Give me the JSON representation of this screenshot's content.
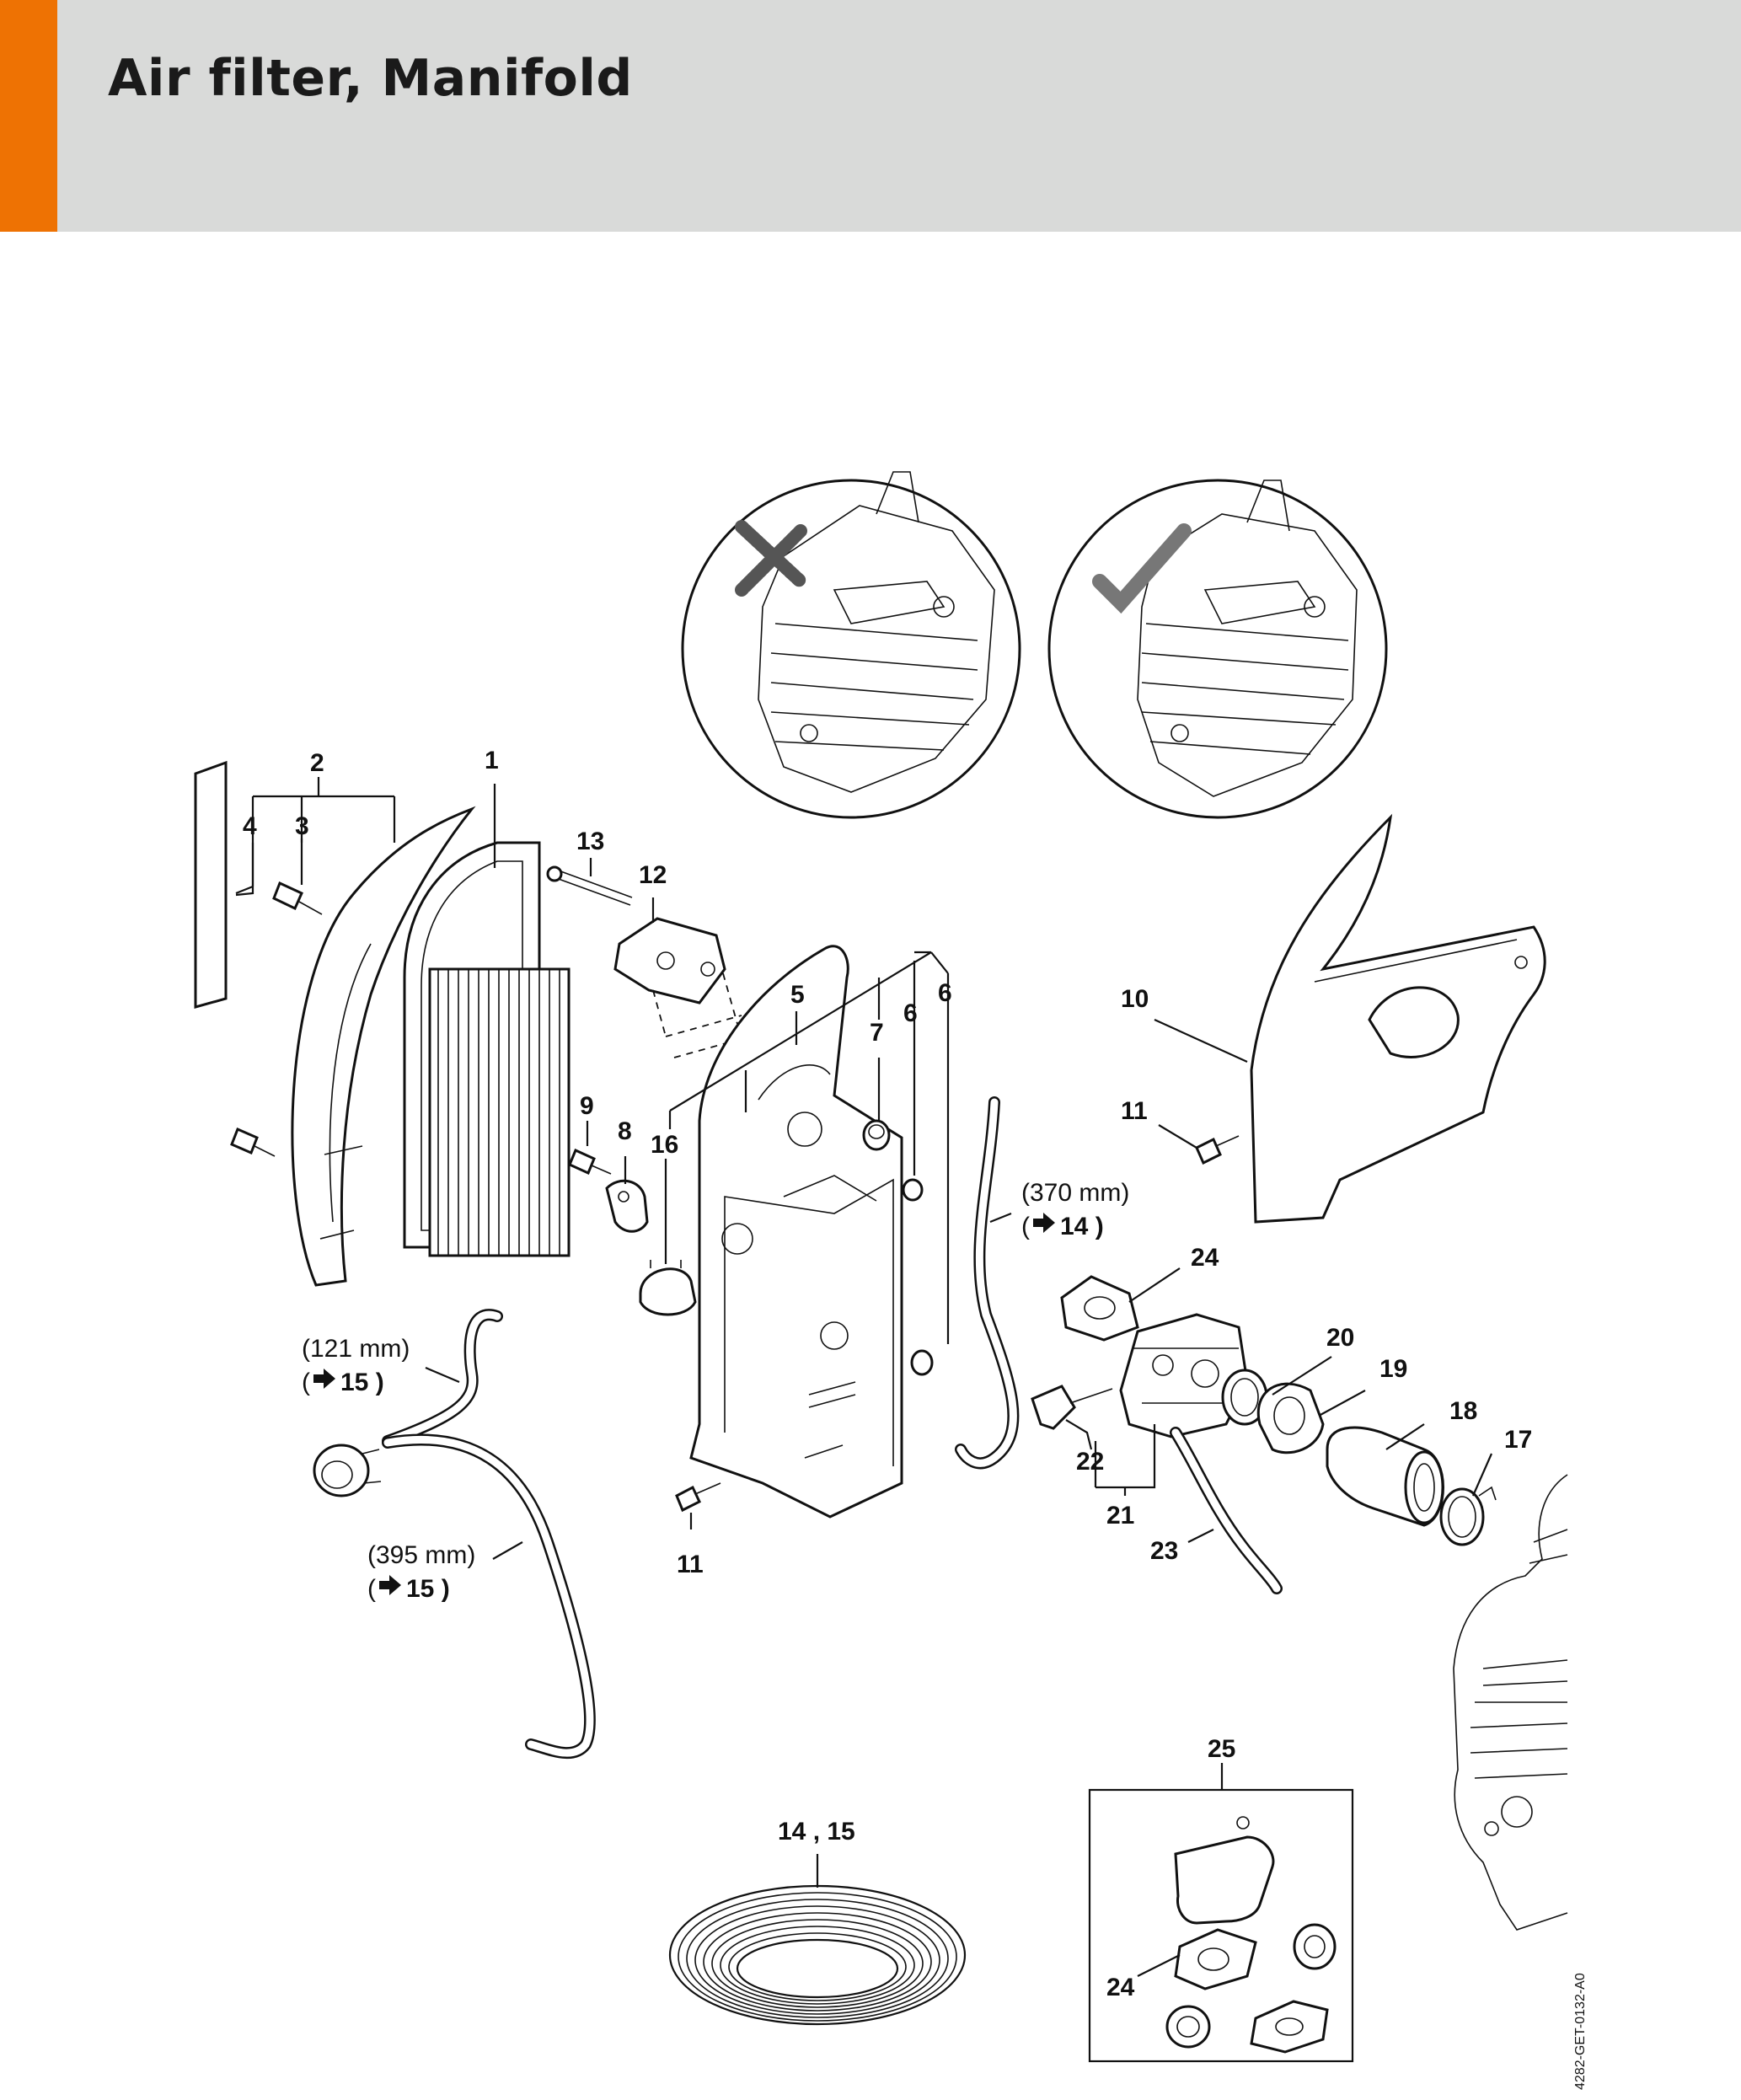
{
  "header": {
    "title": "Air filter, Manifold",
    "accent_color": "#ee7203",
    "band_color": "#d9dad9"
  },
  "callouts": {
    "c1": "1",
    "c2": "2",
    "c3": "3",
    "c4": "4",
    "c5": "5",
    "c6a": "6",
    "c6b": "6",
    "c7": "7",
    "c8": "8",
    "c9": "9",
    "c10": "10",
    "c11a": "11",
    "c11b": "11",
    "c12": "12",
    "c13": "13",
    "c16": "16",
    "c17": "17",
    "c18": "18",
    "c19": "19",
    "c20": "20",
    "c21": "21",
    "c22": "22",
    "c23": "23",
    "c24a": "24",
    "c24b": "24",
    "c25": "25",
    "c14_15": "14 , 15"
  },
  "hose_notes": {
    "h370_len": "(370 mm)",
    "h370_ref": "14 )",
    "h121_len": "(121 mm)",
    "h121_ref": "15 )",
    "h395_len": "(395 mm)",
    "h395_ref": "15 )"
  },
  "doc_number": "4282-GET-0132-A0",
  "icons": [
    "cross-mark-icon",
    "check-mark-icon",
    "arrow-right-icon"
  ]
}
